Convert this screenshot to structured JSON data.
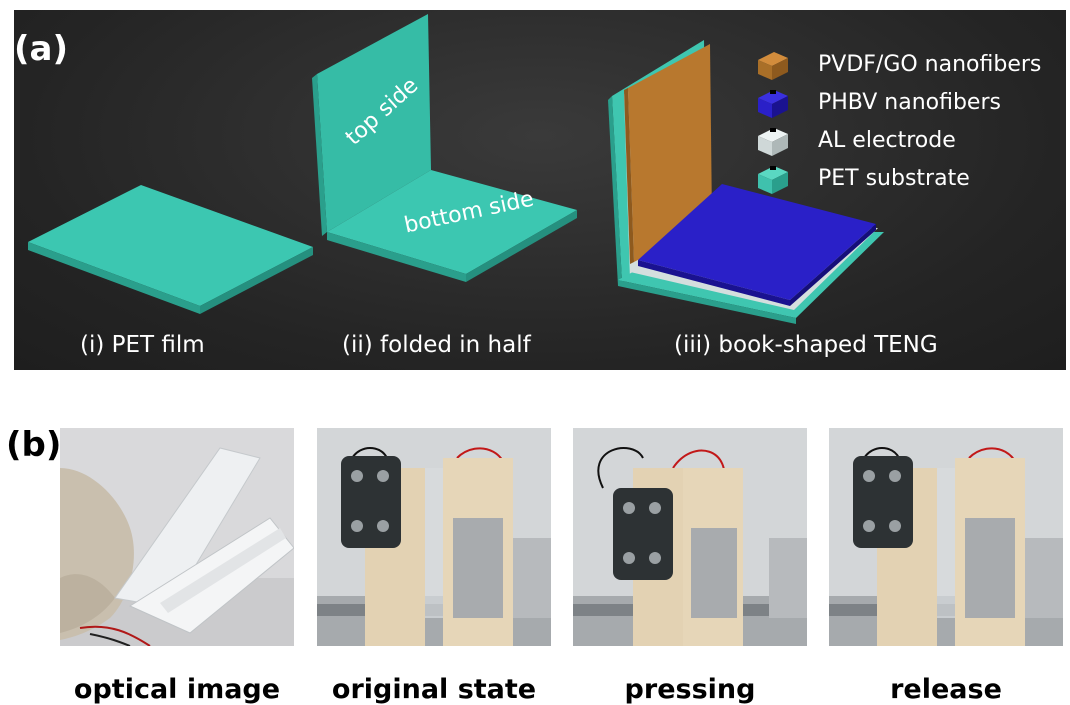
{
  "panel_a": {
    "tag": "(a)",
    "captions": [
      "(i) PET film",
      "(ii) folded in half",
      "(iii) book-shaped TENG"
    ],
    "sheet_labels": {
      "top": "top side",
      "bottom": "bottom side"
    },
    "legend": [
      {
        "label": "PVDF/GO nanofibers",
        "color": "#b8782e"
      },
      {
        "label": "PHBV nanofibers",
        "color": "#2a20c8"
      },
      {
        "label": "AL electrode",
        "color": "#cfd8d8"
      },
      {
        "label": "PET substrate",
        "color": "#3fc1ad"
      }
    ]
  },
  "panel_b": {
    "tag": "(b)",
    "captions": [
      "optical image",
      "original state",
      "pressing",
      "release"
    ]
  }
}
